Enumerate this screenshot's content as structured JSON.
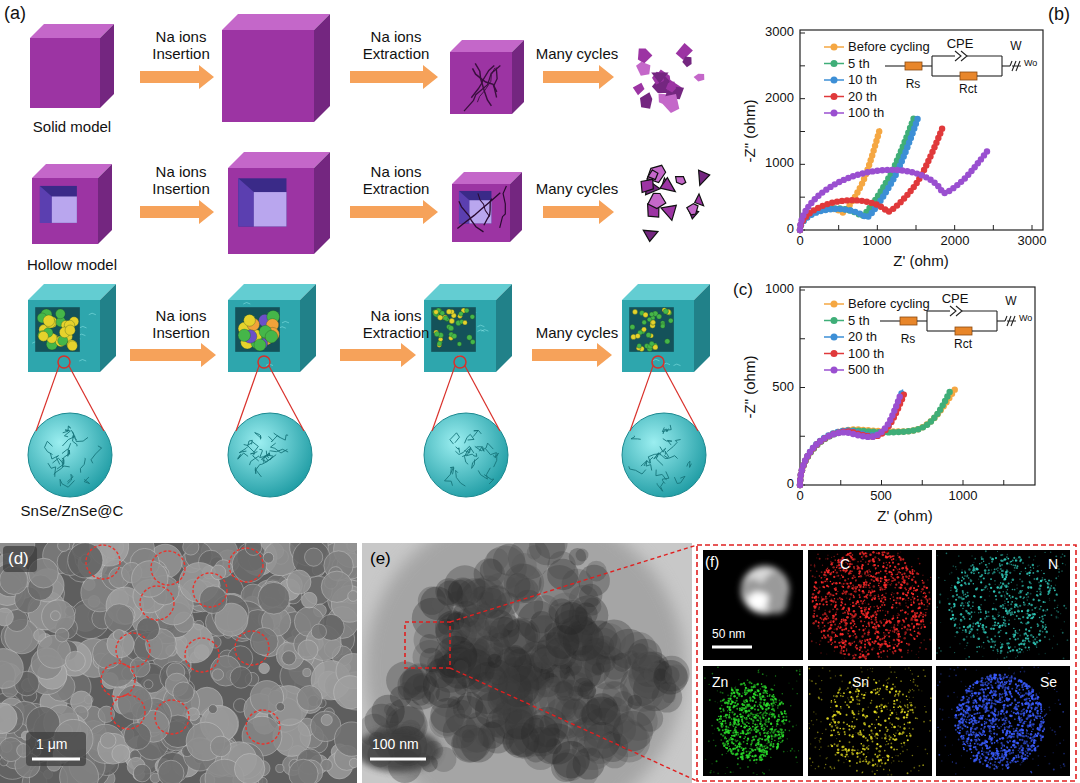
{
  "diagram": {
    "labels": [
      "(a)",
      "Na ions Insertion",
      "Na ions Extraction",
      "Many cycles",
      "Solid model",
      "Na ions Insertion",
      "Na ions Extraction",
      "Many cycles",
      "Hollow model",
      "Na ions Insertion",
      "Na ions Extraction",
      "Many cycles",
      "SnSe/ZnSe@C",
      "(b)",
      "CPE",
      "W",
      "Wo",
      "Rs",
      "Rct",
      "3000",
      "2000",
      "1000",
      "0",
      "0",
      "1000",
      "2000",
      "3000",
      "-Z\" (ohm)",
      "Z' (ohm)",
      "(c)",
      "CPE",
      "W",
      "Wo",
      "Rs",
      "Rct",
      "1000",
      "500",
      "0",
      "0",
      "500",
      "1000",
      "-Z\" (ohm)",
      "Z' (ohm)",
      "(d)",
      "1 μm",
      "(e)",
      "100 nm",
      "(f)",
      "50 nm",
      "C",
      "N",
      "Zn",
      "Sn",
      "Se"
    ],
    "legend": [
      {
        "text": "Before cycling",
        "color": "#f5a742"
      },
      {
        "text": "5 th",
        "color": "#3fae78"
      },
      {
        "text": "10 th",
        "color": "#3d8fd6"
      },
      {
        "text": "20 th",
        "color": "#e0393b"
      },
      {
        "text": "100 th",
        "color": "#9a4fd0"
      },
      {
        "text": "Before cycling",
        "color": "#f5a742"
      },
      {
        "text": "5 th",
        "color": "#3fae78"
      },
      {
        "text": "20 th",
        "color": "#3d8fd6"
      },
      {
        "text": "100 th",
        "color": "#e0393b"
      },
      {
        "text": "500 th",
        "color": "#9a4fd0"
      }
    ]
  }
}
